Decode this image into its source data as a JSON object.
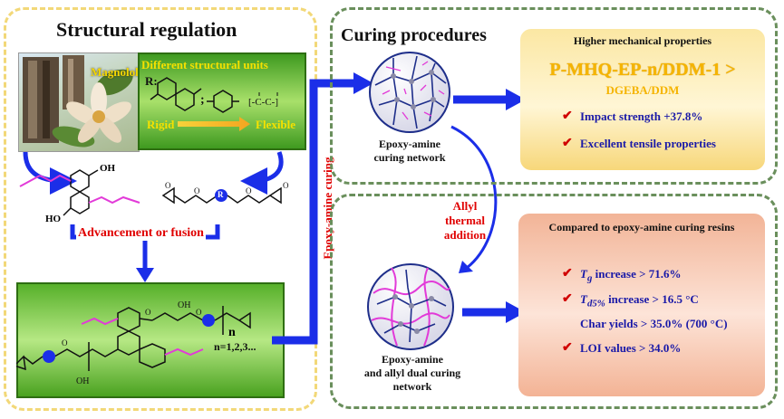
{
  "left_panel": {
    "title": "Structural regulation",
    "magnolol_label": "Magnolol",
    "units_title": "Different structural units",
    "r_label": "R:",
    "semicolon": ";",
    "rigid_label": "Rigid",
    "flexible_label": "Flexible",
    "oh_top": "OH",
    "oh_bottom": "HO",
    "r_symbol": "R",
    "advancement_label": "Advancement or fusion",
    "prepolymer_oh_top": "OH",
    "prepolymer_oh_bottom": "OH",
    "n_label": "n",
    "n_values": "n=1,2,3..."
  },
  "middle": {
    "epoxy_amine_curing": "Epoxy-amine curing",
    "allyl_thermal_addition": [
      "Allyl",
      "thermal",
      "addition"
    ]
  },
  "right_panel": {
    "title": "Curing procedures",
    "network1_label": [
      "Epoxy-amine",
      "curing network"
    ],
    "network2_label": [
      "Epoxy-amine",
      "and allyl dual curing",
      "network"
    ],
    "mech_box": {
      "title": "Higher mechanical properties",
      "headline": "P-MHQ-EP-n/DDM-1 >",
      "sub": "DGEBA/DDM",
      "items": [
        "Impact strength +37.8%",
        "Excellent tensile properties"
      ]
    },
    "compare_box": {
      "title": "Compared to epoxy-amine curing resins",
      "tg_sym": "T",
      "tg_sub": "g",
      "tg_text": " increase > 71.6%",
      "td_sym": "T",
      "td_sub": "d5%",
      "td_text": " increase > 16.5 °C",
      "char": "Char yields > 35.0% (700 °C)",
      "loi": "LOI values > 34.0%"
    },
    "check_mark": "✔"
  },
  "colors": {
    "left_border": "#f2d878",
    "right_border": "#6a8f5c",
    "arrow": "#1b2ee8",
    "network_line": "#1e2e8a",
    "pink": "#e23ad8"
  }
}
